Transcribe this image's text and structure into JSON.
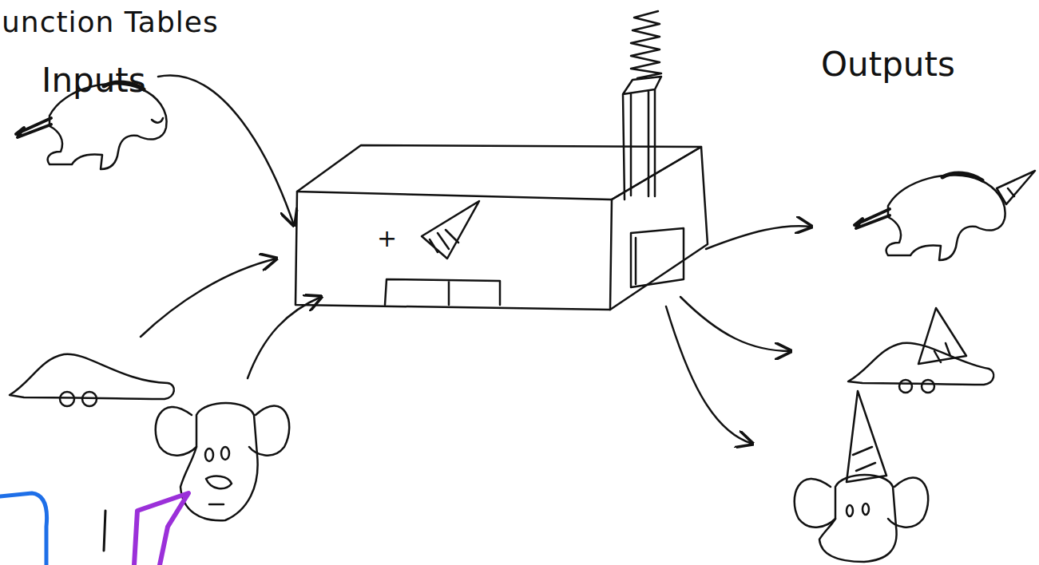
{
  "diagram": {
    "title": "unction Tables",
    "labels": [
      "Inputs",
      "Outputs",
      "+"
    ]
  }
}
